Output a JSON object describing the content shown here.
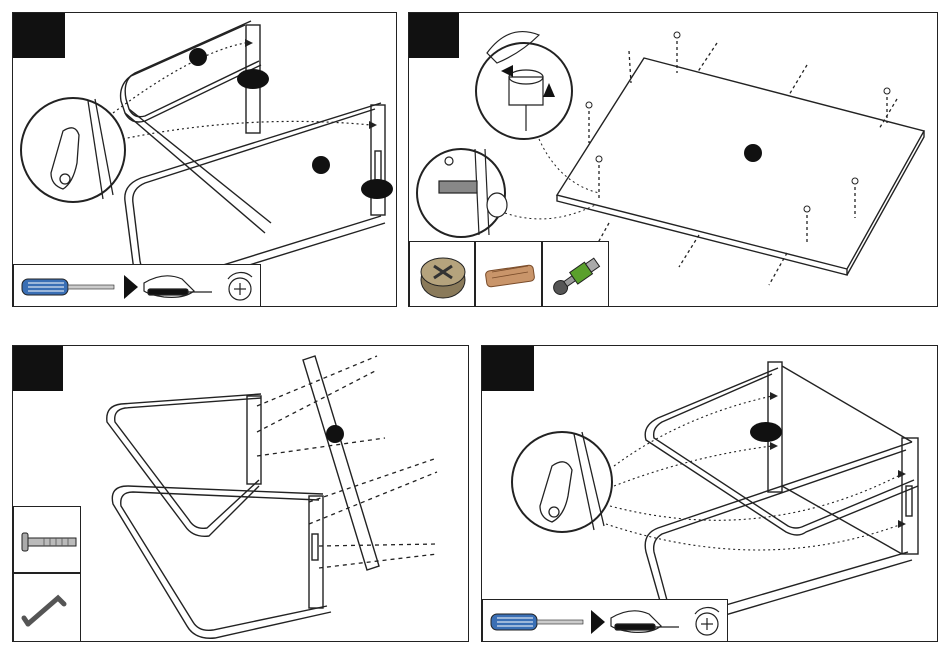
{
  "steps": [
    {
      "id": 1,
      "step_label": "",
      "tools": [
        "screwdriver-icon",
        "hand-turning-screwdriver-icon",
        "clockwise-rotation-icon"
      ]
    },
    {
      "id": 2,
      "step_label": "",
      "hardware": [
        "cam-lock-nut-icon",
        "wooden-dowel-icon",
        "cam-bolt-icon"
      ]
    },
    {
      "id": 3,
      "step_label": "",
      "hardware": [
        "connector-bolt-icon",
        "allen-key-icon"
      ]
    },
    {
      "id": 4,
      "step_label": "",
      "tools": [
        "screwdriver-icon",
        "hand-turning-screwdriver-icon",
        "clockwise-rotation-icon"
      ]
    }
  ],
  "colors": {
    "outline": "#222222",
    "step_box": "#111111",
    "screwdriver_blue": "#3a6fb5",
    "cam_metal": "#8a7a5a",
    "dowel_wood": "#c9956a",
    "bolt_green": "#5aa02c"
  }
}
